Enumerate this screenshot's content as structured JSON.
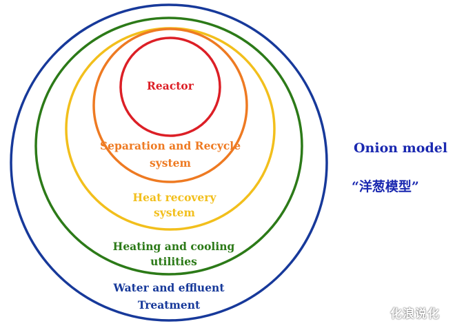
{
  "diagram": {
    "layers": [
      {
        "id": "water",
        "lines": [
          "Water and effluent",
          "Treatment"
        ],
        "color": "#17399a"
      },
      {
        "id": "utilities",
        "lines": [
          "Heating and cooling",
          "utilities"
        ],
        "color": "#2c7a18"
      },
      {
        "id": "heat",
        "lines": [
          "Heat recovery",
          "system"
        ],
        "color": "#f2bf1c"
      },
      {
        "id": "separation",
        "lines": [
          "Separation and Recycle",
          "system"
        ],
        "color": "#ee7a22"
      },
      {
        "id": "reactor",
        "lines": [
          "Reactor"
        ],
        "color": "#dc1f26"
      }
    ],
    "title": "Onion model",
    "subtitle": "“洋葱模型”"
  },
  "watermark": "化浪说化"
}
